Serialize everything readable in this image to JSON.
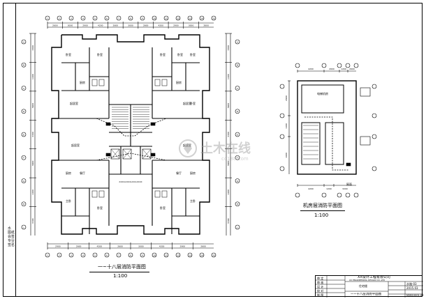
{
  "sheet": {
    "binding_text": "水 图纸会签 专业 签名"
  },
  "plan_main": {
    "title": "一~十八层消防平面图",
    "scale": "1:100",
    "top_dims": [
      "2600",
      "3000",
      "2900",
      "4200",
      "2600",
      "3000",
      "2600",
      "4200",
      "2900",
      "3000",
      "2600"
    ],
    "bottom_dims": [
      "2900",
      "2600",
      "4200",
      "2600",
      "3000",
      "4200",
      "2900",
      "2600"
    ],
    "left_dims": [
      "3300",
      "1400",
      "3900",
      "3300",
      "3900",
      "1400",
      "3300"
    ],
    "grid_top": [
      "1",
      "2",
      "3",
      "4",
      "5",
      "6",
      "7",
      "8",
      "9",
      "10",
      "11",
      "12",
      "13",
      "14",
      "15"
    ],
    "grid_left": [
      "A",
      "B",
      "C",
      "D",
      "E",
      "F",
      "G",
      "H",
      "J"
    ],
    "rooms": [
      "卧室",
      "卧室",
      "厨房",
      "卧室",
      "起居室",
      "卧室",
      "卧室",
      "厨房",
      "卧室",
      "起居室",
      "厨房",
      "餐厅",
      "餐厅",
      "厨房",
      "主卧",
      "主卧",
      "卧室",
      "卧室",
      "起居室",
      "起居室"
    ],
    "core_note": "XXXX-XXXX-XXX-XXXX"
  },
  "plan_roof": {
    "title": "机房层消防平面图",
    "scale": "1:100",
    "top_dims": [
      "4200",
      "2600",
      "1200",
      "2600"
    ],
    "bottom_dims": [
      "4200",
      "1200",
      "3200"
    ],
    "left_dims": [
      "2900",
      "1400",
      "1600"
    ],
    "rooms": [
      "电梯机房",
      "屋面"
    ]
  },
  "title_block": {
    "company": "XX设计工程有限公司",
    "company_en": "XX ENGINEERING DESIGN CO.,LTD",
    "fields": [
      "审 定",
      "审 核",
      "设 计",
      "校 对",
      "制 图"
    ],
    "project": "住宅楼",
    "sheet_name": "一~十八层消防平面图",
    "drawing_no": "水施-03",
    "date": "2015.03",
    "code": "M2B10001-XX"
  },
  "watermark": {
    "text": "土木在线",
    "url": "co188.com"
  }
}
